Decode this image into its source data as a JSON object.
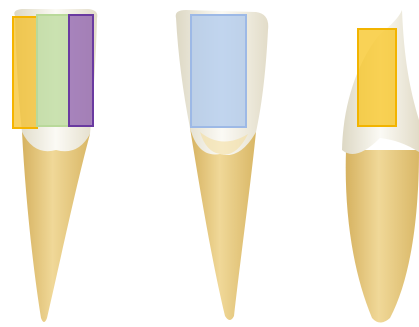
{
  "colors": {
    "background": "#ffffff",
    "root_fill": "#e7c979",
    "root_shadow": "#d6b260",
    "root_highlight": "#f3dea0",
    "crown_fill": "#f1efe6",
    "crown_shadow": "#ddd8c4",
    "crown_highlight": "#fbfaf5",
    "cej_line": "#efe6c8"
  },
  "teeth": [
    {
      "view": "facial",
      "overlays": [
        {
          "color": "#f5bd1f",
          "fill_opacity": 0.7,
          "stroke": "#f5b400"
        },
        {
          "color": "#b9d99a",
          "fill_opacity": 0.75,
          "stroke": "#b9d99a"
        },
        {
          "color": "#8e5fae",
          "fill_opacity": 0.75,
          "stroke": "#6a3aa0"
        }
      ]
    },
    {
      "view": "lingual",
      "overlays": [
        {
          "color": "#aec8ec",
          "fill_opacity": 0.75,
          "stroke": "#9db9e6"
        }
      ]
    },
    {
      "view": "proximal",
      "overlays": [
        {
          "color": "#f7c31e",
          "fill_opacity": 0.75,
          "stroke": "#f2b400"
        }
      ]
    }
  ]
}
